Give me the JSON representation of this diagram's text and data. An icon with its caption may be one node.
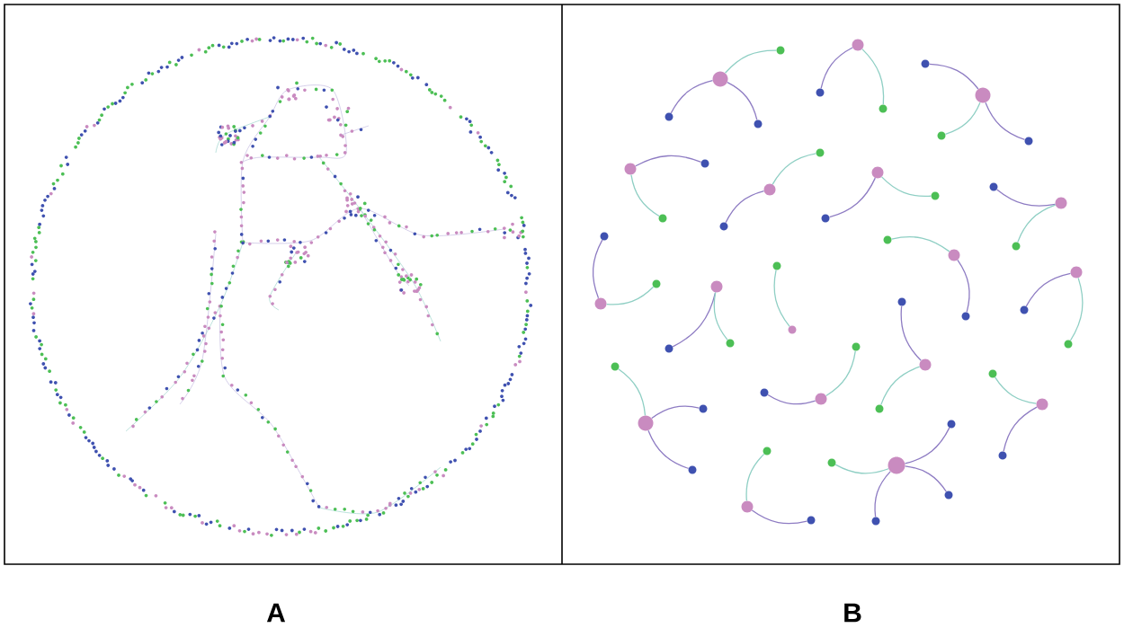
{
  "diagram": {
    "nodes": [
      {
        "text": [],
        "shape": "circle"
      },
      {
        "text": [],
        "shape": "circle"
      },
      {
        "text": [],
        "shape": "circle"
      },
      {
        "text": [],
        "shape": "circle"
      },
      {
        "text": [],
        "shape": "circle"
      },
      {
        "text": [],
        "shape": "circle"
      },
      {
        "text": [],
        "shape": "circle"
      },
      {
        "text": [],
        "shape": "circle"
      },
      {
        "text": [],
        "shape": "circle"
      },
      {
        "text": [],
        "shape": "circle"
      },
      {
        "text": [],
        "shape": "circle"
      },
      {
        "text": [],
        "shape": "circle"
      },
      {
        "text": [],
        "shape": "circle"
      },
      {
        "text": [],
        "shape": "circle"
      },
      {
        "text": [],
        "shape": "circle"
      },
      {
        "text": [],
        "shape": "circle"
      },
      {
        "text": [],
        "shape": "circle"
      },
      {
        "text": [],
        "shape": "circle"
      },
      {
        "text": [],
        "shape": "circle"
      },
      {
        "text": [],
        "shape": "circle"
      },
      {
        "text": [],
        "shape": "circle"
      },
      {
        "text": [],
        "shape": "circle"
      },
      {
        "text": [],
        "shape": "circle"
      },
      {
        "text": [],
        "shape": "circle"
      },
      {
        "text": [],
        "shape": "circle"
      },
      {
        "text": [],
        "shape": "circle"
      },
      {
        "text": [],
        "shape": "circle"
      },
      {
        "text": [],
        "shape": "circle"
      },
      {
        "text": [],
        "shape": "circle"
      },
      {
        "text": [],
        "shape": "circle"
      },
      {
        "text": [],
        "shape": "circle"
      },
      {
        "text": [],
        "shape": "circle"
      },
      {
        "text": [],
        "shape": "circle"
      },
      {
        "text": [],
        "shape": "circle"
      },
      {
        "text": [],
        "shape": "circle"
      },
      {
        "text": [],
        "shape": "circle"
      },
      {
        "text": [],
        "shape": "circle"
      },
      {
        "text": [],
        "shape": "circle"
      },
      {
        "text": [],
        "shape": "circle"
      },
      {
        "text": [],
        "shape": "circle"
      },
      {
        "text": [],
        "shape": "circle"
      },
      {
        "text": [],
        "shape": "circle"
      },
      {
        "text": [],
        "shape": "circle"
      },
      {
        "text": [],
        "shape": "circle"
      },
      {
        "text": [],
        "shape": "circle"
      },
      {
        "text": [],
        "shape": "circle"
      },
      {
        "text": [],
        "shape": "circle"
      },
      {
        "text": [],
        "shape": "circle"
      },
      {
        "text": [],
        "shape": "circle"
      },
      {
        "text": [],
        "shape": "circle"
      },
      {
        "text": [],
        "shape": "circle"
      },
      {
        "text": [],
        "shape": "circle"
      },
      {
        "text": [],
        "shape": "circle"
      },
      {
        "text": [],
        "shape": "circle"
      },
      {
        "text": [],
        "shape": "circle"
      },
      {
        "text": [],
        "shape": "circle"
      },
      {
        "text": [],
        "shape": "circle"
      },
      {
        "text": [],
        "shape": "circle"
      }
    ],
    "edges": [
      {
        "from": 0,
        "to": 1,
        "arrow": "none",
        "color": "#8fcfc4"
      },
      {
        "from": 0,
        "to": 2,
        "arrow": "none"
      },
      {
        "from": 0,
        "to": 3,
        "arrow": "none"
      },
      {
        "from": 4,
        "to": 5,
        "arrow": "none"
      },
      {
        "from": 4,
        "to": 6,
        "arrow": "none",
        "color": "#8fcfc4"
      },
      {
        "from": 7,
        "to": 8,
        "arrow": "none"
      },
      {
        "from": 7,
        "to": 9,
        "arrow": "none",
        "color": "#8fcfc4"
      },
      {
        "from": 7,
        "to": 10,
        "arrow": "none"
      },
      {
        "from": 11,
        "to": 12,
        "arrow": "none"
      },
      {
        "from": 11,
        "to": 13,
        "arrow": "none",
        "color": "#8fcfc4"
      },
      {
        "from": 14,
        "to": 15,
        "arrow": "none",
        "color": "#8fcfc4"
      },
      {
        "from": 14,
        "to": 16,
        "arrow": "none"
      },
      {
        "from": 17,
        "to": 18,
        "arrow": "none"
      },
      {
        "from": 17,
        "to": 19,
        "arrow": "none",
        "color": "#8fcfc4"
      },
      {
        "from": 20,
        "to": 21,
        "arrow": "none"
      },
      {
        "from": 20,
        "to": 22,
        "arrow": "none",
        "color": "#8fcfc4"
      },
      {
        "from": 23,
        "to": 24,
        "arrow": "none"
      },
      {
        "from": 23,
        "to": 25,
        "arrow": "none",
        "color": "#8fcfc4"
      },
      {
        "from": 26,
        "to": 27,
        "arrow": "none"
      },
      {
        "from": 26,
        "to": 28,
        "arrow": "none",
        "color": "#8fcfc4"
      },
      {
        "from": 29,
        "to": 30,
        "arrow": "none",
        "color": "#8fcfc4"
      },
      {
        "from": 31,
        "to": 32,
        "arrow": "none",
        "color": "#8fcfc4"
      },
      {
        "from": 31,
        "to": 33,
        "arrow": "none"
      },
      {
        "from": 34,
        "to": 35,
        "arrow": "none"
      },
      {
        "from": 34,
        "to": 36,
        "arrow": "none",
        "color": "#8fcfc4"
      },
      {
        "from": 37,
        "to": 38,
        "arrow": "none",
        "color": "#8fcfc4"
      },
      {
        "from": 37,
        "to": 39,
        "arrow": "none"
      },
      {
        "from": 37,
        "to": 40,
        "arrow": "none"
      },
      {
        "from": 41,
        "to": 42,
        "arrow": "none"
      },
      {
        "from": 41,
        "to": 43,
        "arrow": "none",
        "color": "#8fcfc4"
      },
      {
        "from": 44,
        "to": 45,
        "arrow": "none"
      },
      {
        "from": 44,
        "to": 46,
        "arrow": "none",
        "color": "#8fcfc4"
      },
      {
        "from": 47,
        "to": 48,
        "arrow": "none",
        "color": "#8fcfc4"
      },
      {
        "from": 47,
        "to": 49,
        "arrow": "none"
      },
      {
        "from": 50,
        "to": 51,
        "arrow": "none",
        "color": "#8fcfc4"
      },
      {
        "from": 50,
        "to": 52,
        "arrow": "none"
      },
      {
        "from": 53,
        "to": 54,
        "arrow": "none",
        "color": "#8fcfc4"
      },
      {
        "from": 53,
        "to": 55,
        "arrow": "none"
      },
      {
        "from": 53,
        "to": 56,
        "arrow": "none"
      },
      {
        "from": 53,
        "to": 57,
        "arrow": "none"
      }
    ],
    "labels": [
      "A",
      "B"
    ]
  }
}
